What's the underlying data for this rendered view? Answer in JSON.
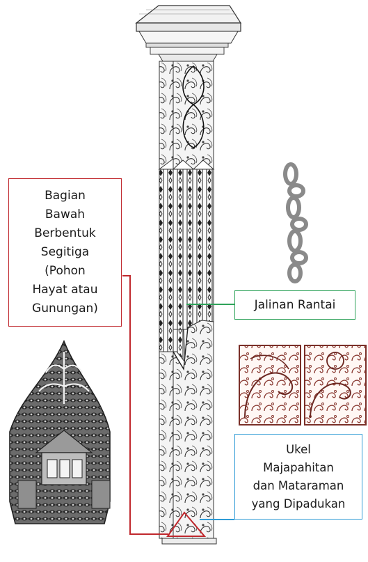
{
  "annotations": {
    "bottom_triangle": {
      "lines": [
        "Bagian",
        "Bawah",
        "Berbentuk",
        "Segitiga",
        "(Pohon",
        "Hayat atau",
        "Gunungan)"
      ],
      "color": "#c0282d"
    },
    "chain": {
      "lines": [
        "Jalinan Rantai"
      ],
      "color": "#2fa35a"
    },
    "ukel": {
      "lines": [
        "Ukel",
        "Majapahitan",
        "dan Mataraman",
        "yang Dipadukan"
      ],
      "color": "#2f9bd6"
    }
  },
  "illustrations": {
    "pillar": "carved-wooden-pillar",
    "chain": "chain-links-icon",
    "gunungan": "gunungan-wayang-icon",
    "ukel_panels": "ukel-ornament-panels"
  }
}
